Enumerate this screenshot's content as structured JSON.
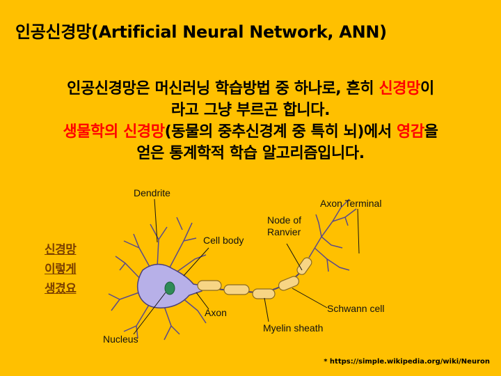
{
  "slide": {
    "title": "인공신경망(Artificial Neural Network, ANN)",
    "para1": {
      "line1_a": "인공신경망은 머신러닝 학습방법 중 하나로, 흔히 ",
      "line1_red": "신경망",
      "line1_b": "이",
      "line2": "라고 그냥 부르곤 합니다."
    },
    "para2": {
      "line3_red1": "생물학의 신경망",
      "line3_a": "(동물의 중추신경계 중 특히 뇌)에서 ",
      "line3_red2": "영감",
      "line3_b": "을",
      "line4": "얻은 통계학적 학습 알고리즘입니다."
    },
    "side_links": [
      "신경망",
      "이렇게",
      "생겼요"
    ],
    "credit": "* https://simple.wikipedia.org/wiki/Neuron"
  },
  "diagram": {
    "labels": {
      "dendrite": "Dendrite",
      "cell_body": "Cell body",
      "node_of_ranvier_1": "Node of",
      "node_of_ranvier_2": "Ranvier",
      "axon_terminal": "Axon Terminal",
      "axon": "Axon",
      "schwann_cell": "Schwann cell",
      "myelin_sheath": "Myelin sheath",
      "nucleus": "Nucleus"
    },
    "colors": {
      "soma": "#B7B0E8",
      "myelin": "#F7D585",
      "nucleus": "#2E8B57",
      "highlight": "#FF0000"
    }
  }
}
